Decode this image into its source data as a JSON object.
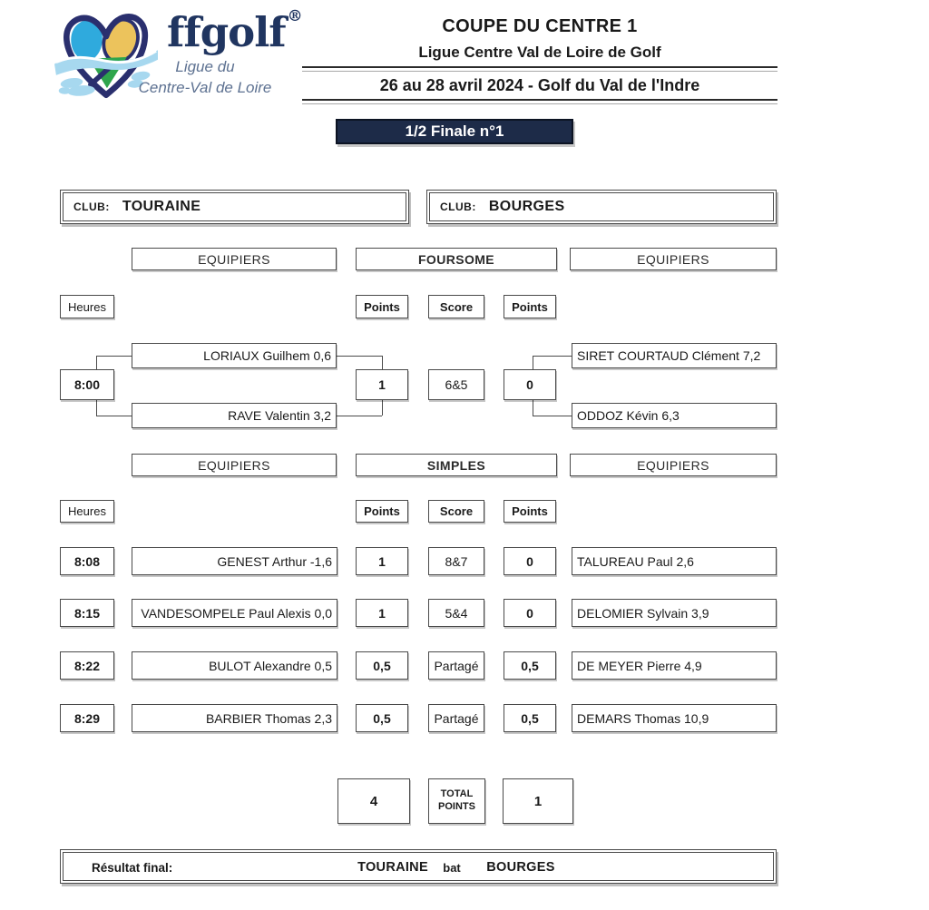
{
  "header": {
    "logo": {
      "brand": "ffgolf",
      "registered_mark": "®",
      "subtitle_line1": "Ligue du",
      "subtitle_line2": "Centre-Val de Loire"
    },
    "title": "COUPE DU CENTRE 1",
    "subtitle": "Ligue Centre Val de Loire de Golf",
    "date_location": "26 au 28 avril 2024  - Golf du Val de l'Indre"
  },
  "banner": {
    "label": "1/2 Finale n°1",
    "bg_color": "#1d2b48",
    "text_color": "#ffffff"
  },
  "clubs": {
    "label": "CLUB:",
    "home": "TOURAINE",
    "away": "BOURGES"
  },
  "foursome": {
    "left_header": "EQUIPIERS",
    "center_header": "FOURSOME",
    "right_header": "EQUIPIERS",
    "hours_label": "Heures",
    "points_label": "Points",
    "score_label": "Score",
    "points_label2": "Points",
    "match": {
      "time": "8:00",
      "home_players": [
        "LORIAUX Guilhem 0,6",
        "RAVE Valentin 3,2"
      ],
      "home_points": "1",
      "score": "6&5",
      "away_points": "0",
      "away_players": [
        "SIRET COURTAUD Clément 7,2",
        "ODDOZ Kévin 6,3"
      ]
    }
  },
  "simples": {
    "left_header": "EQUIPIERS",
    "center_header": "SIMPLES",
    "right_header": "EQUIPIERS",
    "hours_label": "Heures",
    "points_label": "Points",
    "score_label": "Score",
    "points_label2": "Points",
    "rows": [
      {
        "time": "8:08",
        "home": "GENEST Arthur -1,6",
        "home_points": "1",
        "score": "8&7",
        "away_points": "0",
        "away": "TALUREAU Paul 2,6"
      },
      {
        "time": "8:15",
        "home": "VANDESOMPELE Paul Alexis 0,0",
        "home_points": "1",
        "score": "5&4",
        "away_points": "0",
        "away": "DELOMIER Sylvain 3,9"
      },
      {
        "time": "8:22",
        "home": "BULOT Alexandre 0,5",
        "home_points": "0,5",
        "score": "Partagé",
        "away_points": "0,5",
        "away": "DE MEYER Pierre 4,9"
      },
      {
        "time": "8:29",
        "home": "BARBIER Thomas 2,3",
        "home_points": "0,5",
        "score": "Partagé",
        "away_points": "0,5",
        "away": "DEMARS Thomas 10,9"
      }
    ]
  },
  "totals": {
    "home_total": "4",
    "label_line1": "TOTAL",
    "label_line2": "POINTS",
    "away_total": "1"
  },
  "result": {
    "label": "Résultat final:",
    "winner": "TOURAINE",
    "verb": "bat",
    "loser": "BOURGES"
  }
}
